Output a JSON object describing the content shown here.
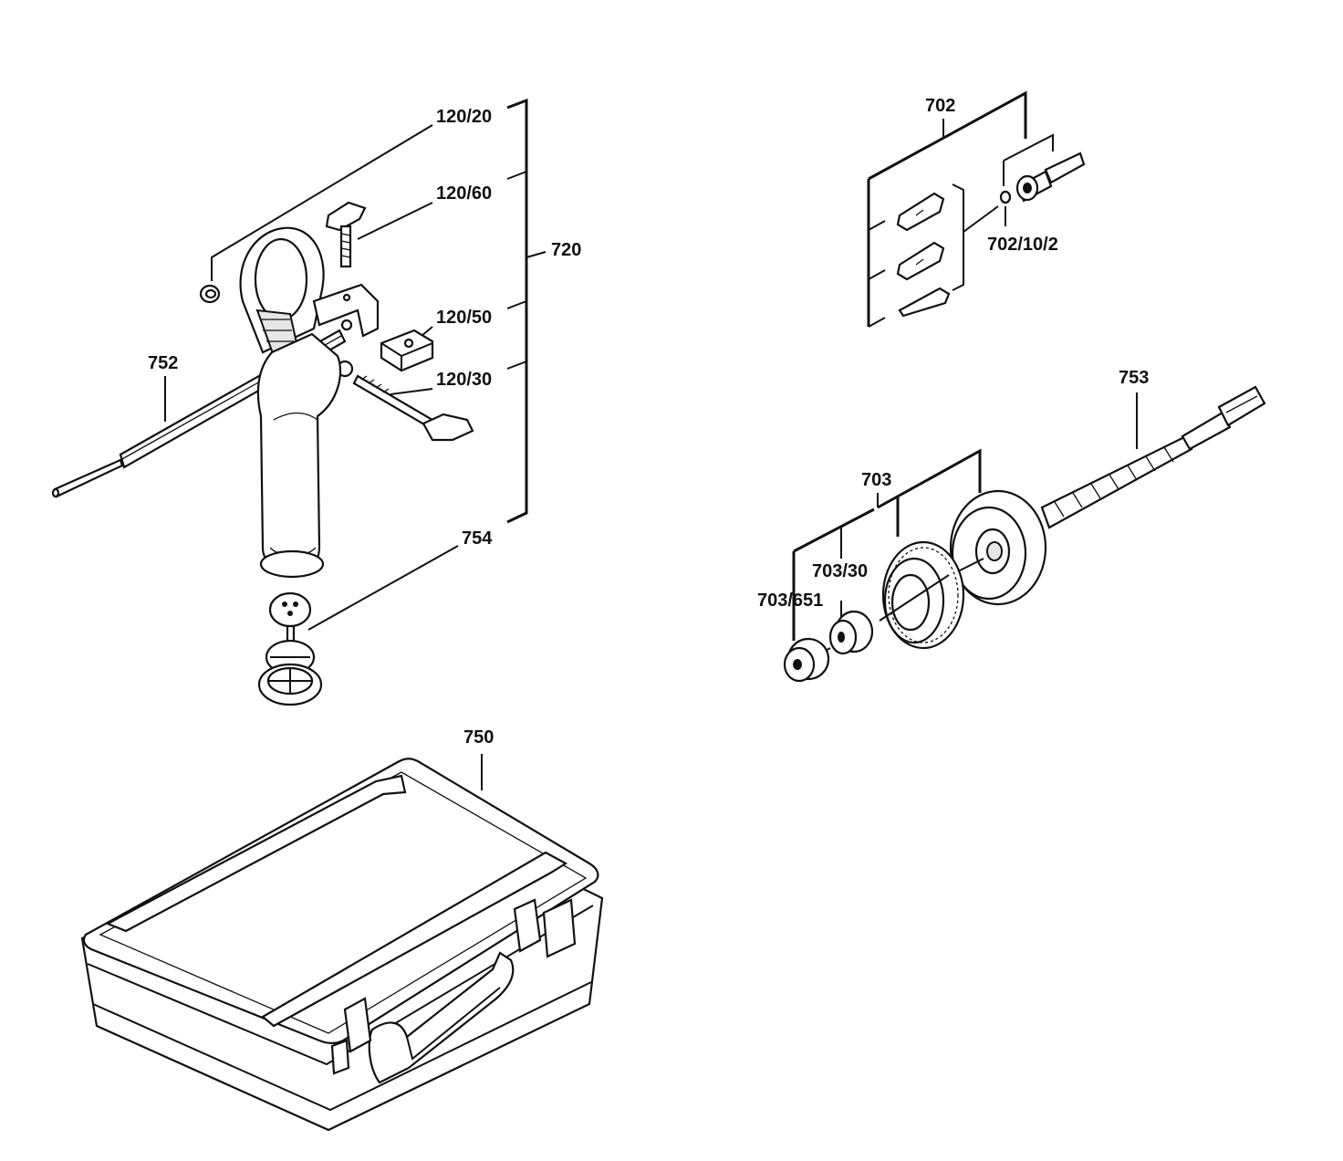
{
  "parts": {
    "p120_20": "120/20",
    "p120_60": "120/60",
    "p720": "720",
    "p120_50": "120/50",
    "p120_30": "120/30",
    "p752": "752",
    "p754": "754",
    "p750": "750",
    "p702": "702",
    "p702_10_2": "702/10/2",
    "p753": "753",
    "p703": "703",
    "p703_30": "703/30",
    "p703_651": "703/651"
  },
  "colors": {
    "line": "#111111",
    "fill": "#ffffff",
    "shade": "#e6e6e6"
  }
}
